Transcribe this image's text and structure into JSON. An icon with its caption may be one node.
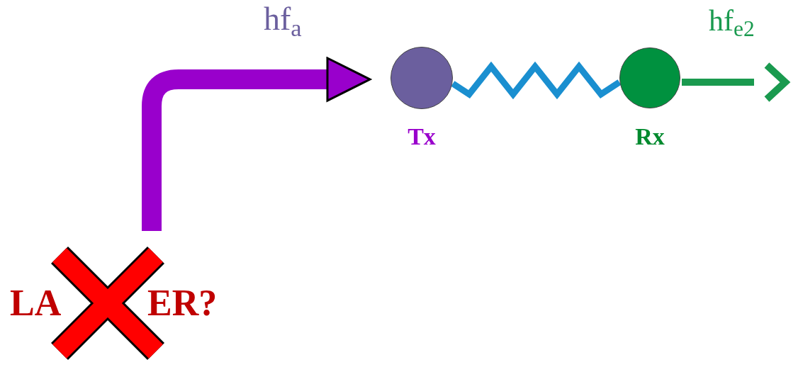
{
  "diagram": {
    "nodes": [
      {
        "text": [
          "LA",
          "ER?"
        ]
      },
      {
        "text": [],
        "shape": "circle",
        "beside": [
          "Tx"
        ]
      },
      {
        "text": [],
        "shape": "circle",
        "beside": [
          "Rx"
        ]
      }
    ],
    "edges": [
      {
        "from": 0,
        "to": 1,
        "arrow": "to",
        "label": "hf$_{a}$",
        "style": "thick",
        "color": "#9900cc"
      },
      {
        "from": 1,
        "to": 2,
        "arrow": "none",
        "color": "#1a8fd0"
      },
      {
        "from": 2,
        "to": null,
        "arrow": "to",
        "label": "hf$_{e2}$",
        "color": "#1a9a4f"
      }
    ]
  }
}
